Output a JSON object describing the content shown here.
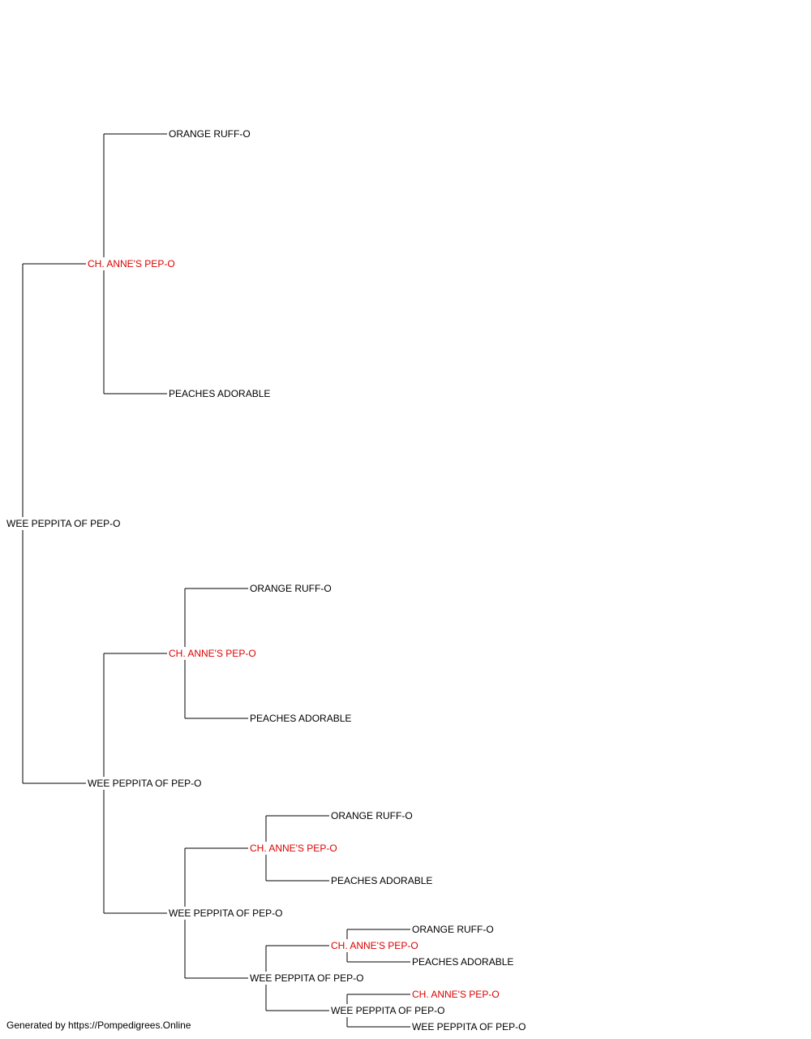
{
  "colors": {
    "line": "#000000",
    "text": "#000000",
    "highlight": "#dd0000"
  },
  "tree": {
    "name": "WEE PEPPITA OF PEP-O",
    "highlight": false,
    "sire": {
      "name": "CH. ANNE'S PEP-O",
      "highlight": true,
      "sire": {
        "name": "ORANGE RUFF-O",
        "highlight": false
      },
      "dam": {
        "name": "PEACHES ADORABLE",
        "highlight": false
      }
    },
    "dam": {
      "name": "WEE PEPPITA OF PEP-O",
      "highlight": false,
      "sire": {
        "name": "CH. ANNE'S PEP-O",
        "highlight": true,
        "sire": {
          "name": "ORANGE RUFF-O",
          "highlight": false
        },
        "dam": {
          "name": "PEACHES ADORABLE",
          "highlight": false
        }
      },
      "dam": {
        "name": "WEE PEPPITA OF PEP-O",
        "highlight": false,
        "sire": {
          "name": "CH. ANNE'S PEP-O",
          "highlight": true,
          "sire": {
            "name": "ORANGE RUFF-O",
            "highlight": false
          },
          "dam": {
            "name": "PEACHES ADORABLE",
            "highlight": false
          }
        },
        "dam": {
          "name": "WEE PEPPITA OF PEP-O",
          "highlight": false,
          "sire": {
            "name": "CH. ANNE'S PEP-O",
            "highlight": true,
            "sire": {
              "name": "ORANGE RUFF-O",
              "highlight": false
            },
            "dam": {
              "name": "PEACHES ADORABLE",
              "highlight": false
            }
          },
          "dam": {
            "name": "WEE PEPPITA OF PEP-O",
            "highlight": false,
            "sire": {
              "name": "CH. ANNE'S PEP-O",
              "highlight": true
            },
            "dam": {
              "name": "WEE PEPPITA OF PEP-O",
              "highlight": false
            }
          }
        }
      }
    }
  },
  "footer": {
    "text": "Generated by https://Pompedigrees.Online"
  }
}
